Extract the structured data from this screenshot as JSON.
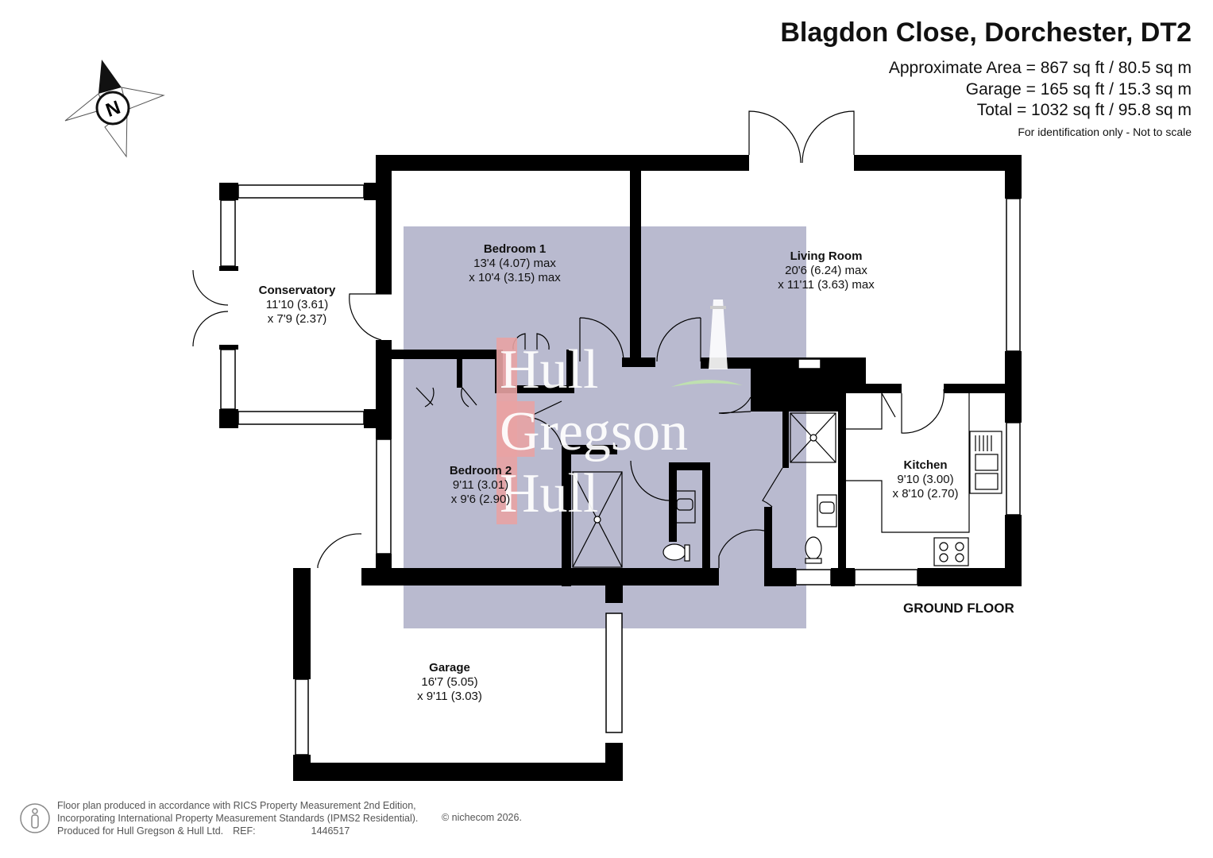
{
  "header": {
    "title": "Blagdon Close, Dorchester, DT2",
    "area_lines": [
      "Approximate Area = 867 sq ft / 80.5 sq m",
      "Garage = 165 sq ft / 15.3 sq m",
      "Total = 1032 sq ft / 95.8 sq m"
    ],
    "note": "For identification only - Not to scale"
  },
  "compass": {
    "label": "N"
  },
  "rooms": [
    {
      "name": "Bedroom 1",
      "dim1": "13'4 (4.07) max",
      "dim2": "x 10'4 (3.15) max"
    },
    {
      "name": "Living Room",
      "dim1": "20'6 (6.24) max",
      "dim2": "x 11'11 (3.63) max"
    },
    {
      "name": "Conservatory",
      "dim1": "11'10 (3.61)",
      "dim2": "x 7'9 (2.37)"
    },
    {
      "name": "Bedroom 2",
      "dim1": "9'11 (3.01)",
      "dim2": "x 9'6 (2.90)"
    },
    {
      "name": "Kitchen",
      "dim1": "9'10 (3.00)",
      "dim2": "x 8'10 (2.70)"
    },
    {
      "name": "Garage",
      "dim1": "16'7 (5.05)",
      "dim2": "x 9'11 (3.03)"
    }
  ],
  "floor_label": "GROUND FLOOR",
  "watermark": {
    "lines": [
      "Hull",
      "Gregson",
      "Hull"
    ]
  },
  "footer": {
    "line1": "Floor plan produced in accordance with RICS Property Measurement 2nd Edition,",
    "line2": "Incorporating International Property Measurement Standards (IPMS2 Residential).",
    "line3": "Produced for Hull Gregson & Hull Ltd.",
    "ref_label": "REF:",
    "ref_value": "1446517",
    "copyright": "© nichecom 2026."
  },
  "colors": {
    "wall": "#000000",
    "highlight": "#b9bacf",
    "watermark_red": "#e8a3a3",
    "window": "#ffffff"
  }
}
